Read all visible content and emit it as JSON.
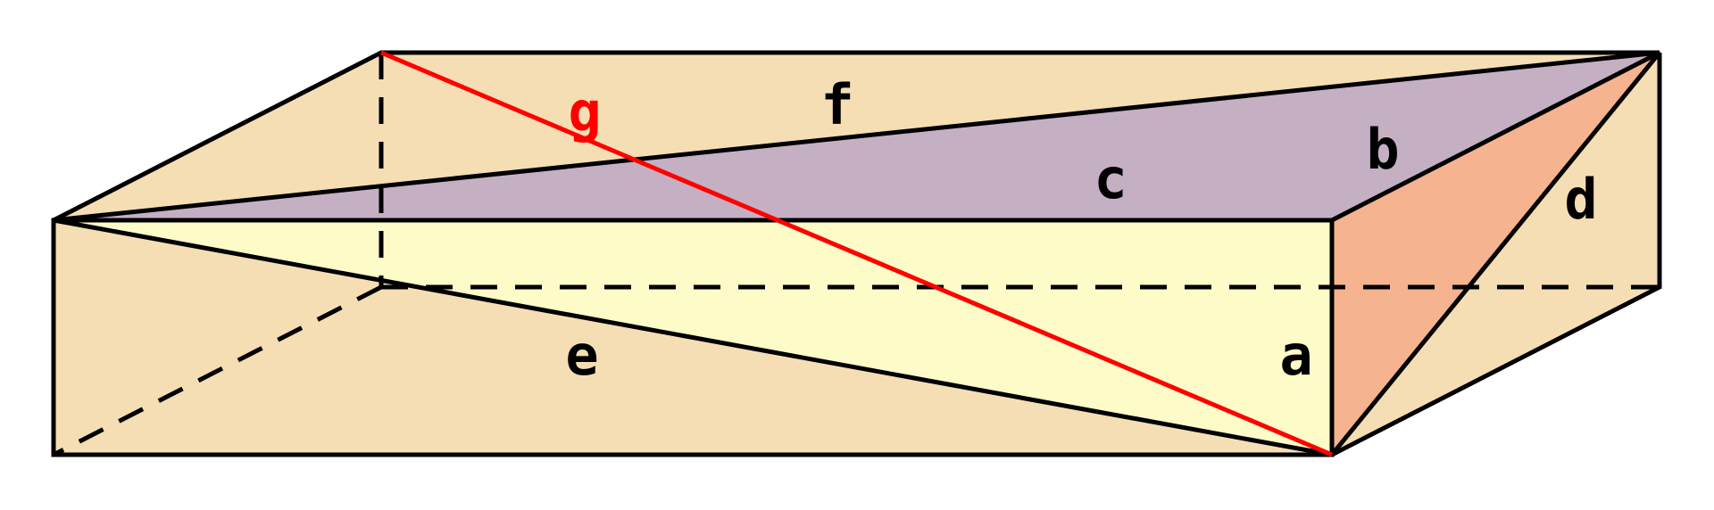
{
  "colors": {
    "box_face": "#F5DEB3",
    "top_triangle": "#C5B0C3",
    "front_triangle": "#FDFBC8",
    "side_triangle": "#F6B390",
    "edge": "#000000",
    "highlight": "#FF0000"
  },
  "labels": {
    "a": "a",
    "b": "b",
    "c": "c",
    "d": "d",
    "e": "e",
    "f": "f",
    "g": "g"
  }
}
